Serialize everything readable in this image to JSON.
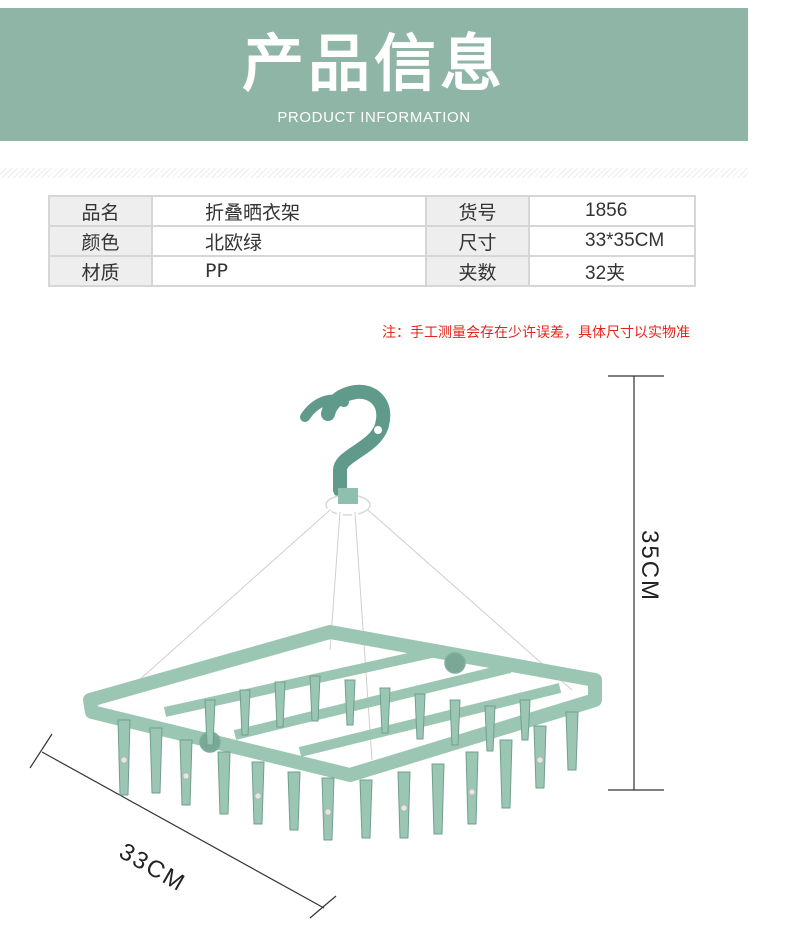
{
  "header": {
    "title": "产品信息",
    "subtitle": "PRODUCT INFORMATION"
  },
  "specs": [
    {
      "k1": "品名",
      "v1": "折叠晒衣架",
      "k2": "货号",
      "v2": "1856"
    },
    {
      "k1": "颜色",
      "v1": "北欧绿",
      "k2": "尺寸",
      "v2": "33*35CM"
    },
    {
      "k1": "材质",
      "v1": "PP",
      "k2": "夹数",
      "v2": "32夹"
    }
  ],
  "note": "注：手工测量会存在少许误差，具体尺寸以实物准",
  "dimensions": {
    "height": "35CM",
    "width": "33CM"
  },
  "colors": {
    "banner": "#8eb5a6",
    "product_green": "#9cc6b4",
    "note_red": "#e1261c"
  }
}
